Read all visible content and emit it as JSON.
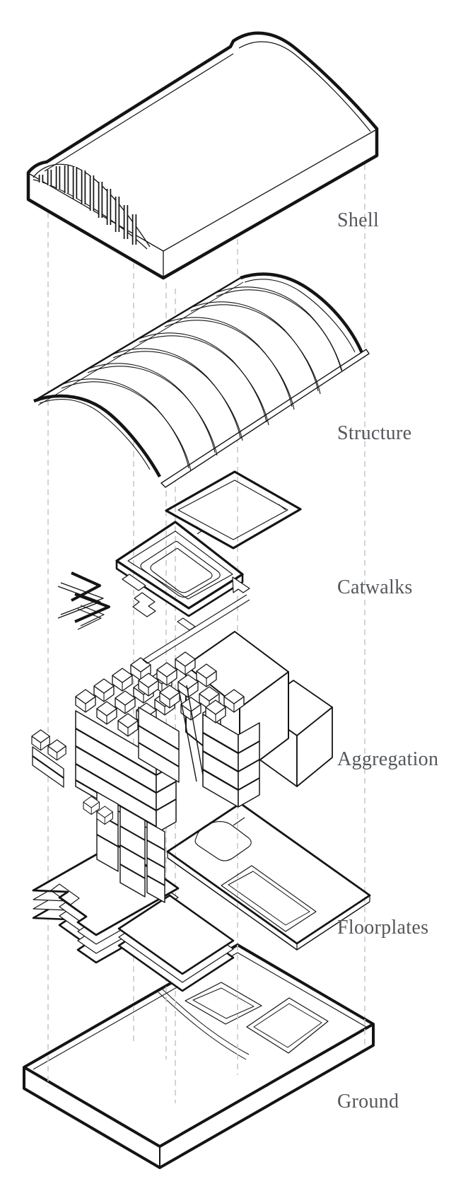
{
  "diagram": {
    "kind": "exploded-axonometric-building-diagram",
    "layers": [
      {
        "id": "shell",
        "label": "Shell"
      },
      {
        "id": "structure",
        "label": "Structure"
      },
      {
        "id": "catwalks",
        "label": "Catwalks"
      },
      {
        "id": "aggregation",
        "label": "Aggregation"
      },
      {
        "id": "floorplates",
        "label": "Floorplates"
      },
      {
        "id": "ground",
        "label": "Ground"
      }
    ],
    "colors": {
      "background": "#ffffff",
      "line": "#141414",
      "label_text": "#54575b",
      "guide_line": "#c6c9cc"
    }
  }
}
